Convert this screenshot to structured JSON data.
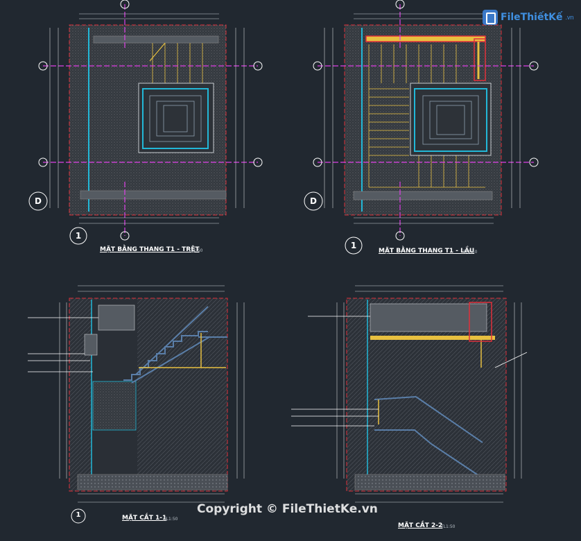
{
  "logo": {
    "name": "FileThiếtKế",
    "domain": ".vn"
  },
  "copyright": "Copyright © FileThietKe.vn",
  "drawings": {
    "plan_ground": {
      "title": "MẶT BẰNG THANG T1 - TRỆT",
      "scale": "TL1:50",
      "grid_number": "1",
      "grid_letter": "D"
    },
    "plan_upper": {
      "title": "MẶT BẰNG THANG T1 - LẦU",
      "scale": "TL1:50",
      "grid_number": "1",
      "grid_letter": "D"
    },
    "section_1": {
      "title": "MẶT CẮT 1-1",
      "scale": "TL1:50",
      "grid_number": "1"
    },
    "section_2": {
      "title": "MẶT CẮT 2-2",
      "scale": "TL1:50"
    }
  },
  "colors": {
    "background": "#212830",
    "border": "#e0303a",
    "grid_line": "#e040e8",
    "concrete": "#3a3f47",
    "wall_cyan": "#22b8d8",
    "railing_yellow": "#e8c040",
    "dimension": "#d0d4d8"
  }
}
